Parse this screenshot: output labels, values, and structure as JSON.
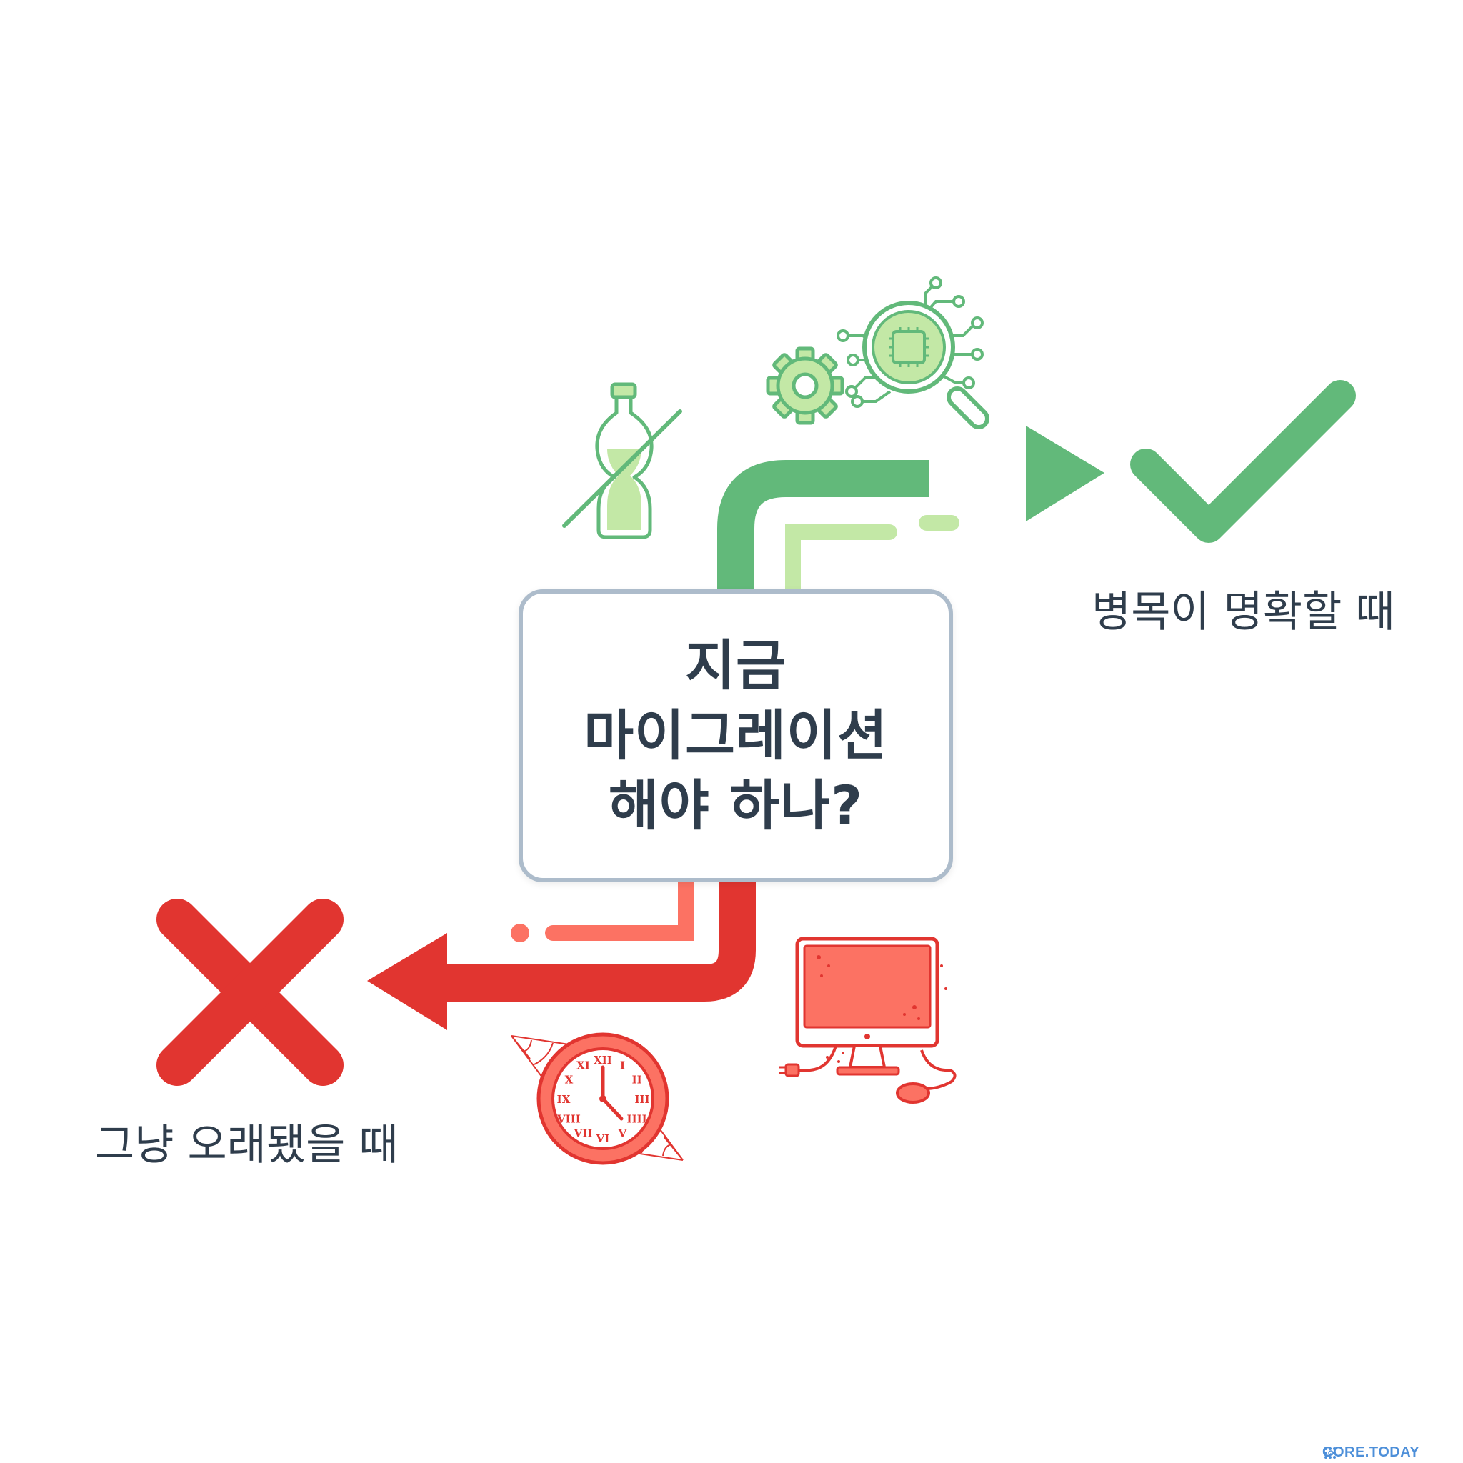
{
  "question": {
    "lines": [
      "지금",
      "마이그레이션",
      "해야 하나?"
    ]
  },
  "outcomes": {
    "yes": {
      "label": "병목이 명확할 때",
      "color": "#62b97a"
    },
    "no": {
      "label": "그냥 오래됐을 때",
      "color": "#e13530"
    }
  },
  "colors": {
    "green": "#62b97a",
    "light_green": "#c3e8a6",
    "red": "#e13530",
    "coral": "#fc7263",
    "box_border": "#adbccb",
    "text": "#2f3d4c"
  },
  "clock": {
    "numerals": [
      "XII",
      "I",
      "II",
      "III",
      "IIII",
      "V",
      "VI",
      "VII",
      "VIII",
      "IX",
      "X",
      "XI"
    ]
  },
  "brand": {
    "name": "CORE.TODAY"
  },
  "icons": [
    "bottle-crossed-icon",
    "gear-icon",
    "chip-magnifier-icon",
    "checkmark-icon",
    "cross-icon",
    "old-clock-icon",
    "old-computer-icon"
  ]
}
